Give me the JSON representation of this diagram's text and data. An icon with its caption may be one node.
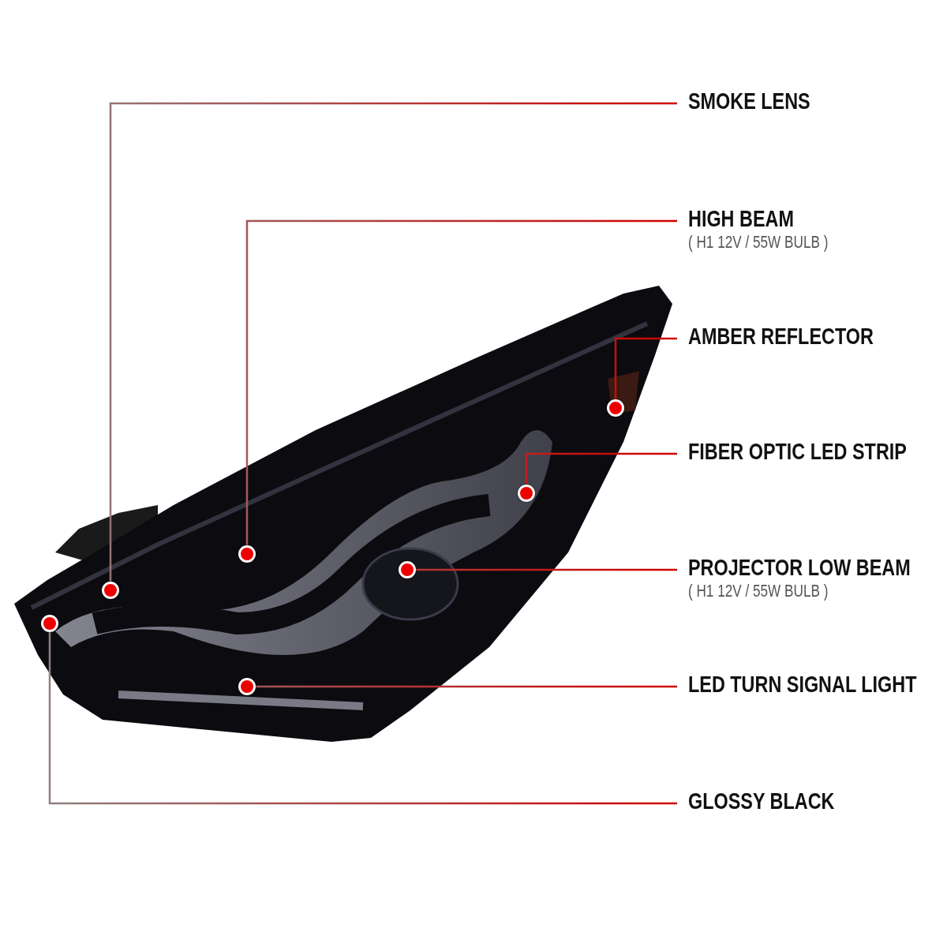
{
  "diagram": {
    "nodes": [
      {
        "text": [
          "SMOKE LENS"
        ]
      },
      {
        "text": [
          "HIGH BEAM",
          "( H1 12V / 55W BULB )"
        ]
      },
      {
        "text": [
          "AMBER REFLECTOR"
        ]
      },
      {
        "text": [
          "FIBER OPTIC LED STRIP"
        ]
      },
      {
        "text": [
          "PROJECTOR LOW BEAM",
          "( H1 12V / 55W BULB )"
        ]
      },
      {
        "text": [
          "LED TURN SIGNAL LIGHT"
        ]
      },
      {
        "text": [
          "GLOSSY BLACK"
        ]
      },
      {
        "text": [],
        "shape": "circle"
      },
      {
        "text": [],
        "shape": "circle"
      },
      {
        "text": [],
        "shape": "circle"
      },
      {
        "text": [],
        "shape": "circle"
      },
      {
        "text": [],
        "shape": "circle"
      },
      {
        "text": [],
        "shape": "circle"
      },
      {
        "text": [],
        "shape": "circle"
      }
    ],
    "edges": [
      {
        "from": 0,
        "to": 7,
        "arrow": "none"
      },
      {
        "from": 1,
        "to": 8,
        "arrow": "none"
      },
      {
        "from": 2,
        "to": 9,
        "arrow": "none"
      },
      {
        "from": 3,
        "to": 10,
        "arrow": "none"
      },
      {
        "from": 4,
        "to": 11,
        "arrow": "none"
      },
      {
        "from": 5,
        "to": 12,
        "arrow": "none"
      },
      {
        "from": 6,
        "to": 13,
        "arrow": "none"
      }
    ]
  }
}
